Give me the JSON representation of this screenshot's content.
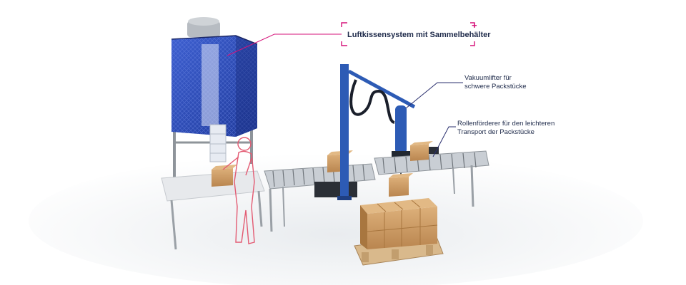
{
  "callouts": {
    "air_cushion": {
      "label": "Luftkissensystem mit Sammelbehälter"
    },
    "vacuum_lifter": {
      "line1": "Vakuumlifter für",
      "line2": "schwere Packstücke"
    },
    "roller_conveyor": {
      "line1": "Rollenförderer für den leichteren",
      "line2": "Transport der Packstücke"
    }
  },
  "colors": {
    "accent": "#d6127a",
    "callout_line": "#2a2f6e",
    "container_blue": "#2f4fb8",
    "box_brown": "#c9955e",
    "frame_grey": "#9aa0a6"
  },
  "icons": {
    "expand": "plus-icon"
  }
}
